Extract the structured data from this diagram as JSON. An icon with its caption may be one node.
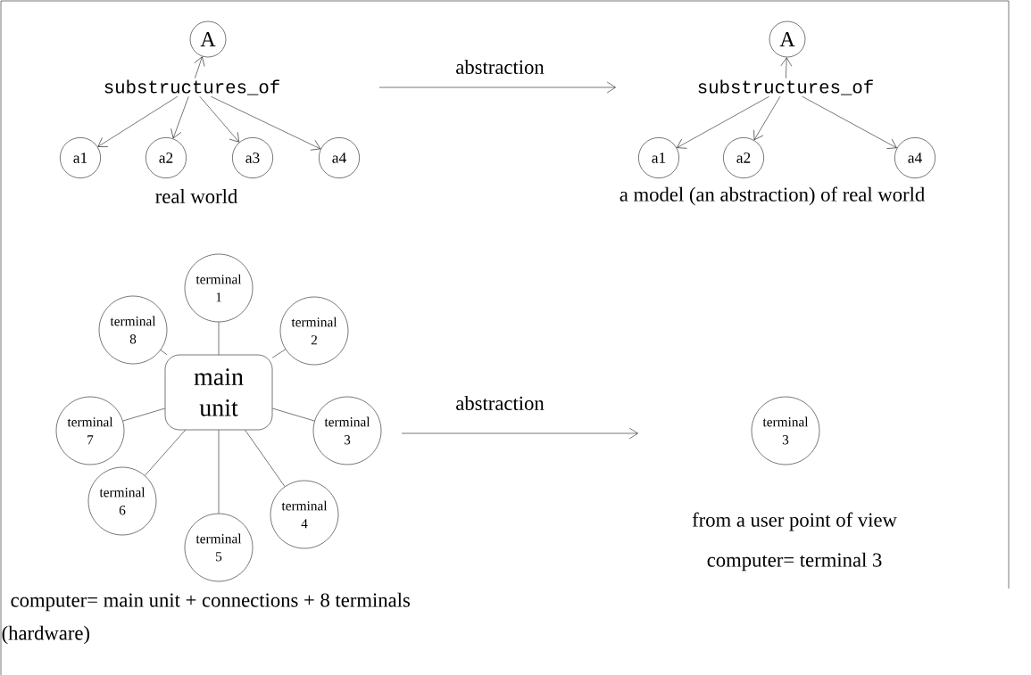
{
  "diagram": {
    "nodes": [
      {
        "text": [
          "A"
        ]
      },
      {
        "text": [
          "substructures_of"
        ]
      },
      {
        "text": [
          "a1"
        ]
      },
      {
        "text": [
          "a2"
        ]
      },
      {
        "text": [
          "a3"
        ]
      },
      {
        "text": [
          "a4"
        ]
      },
      {
        "text": [
          "A"
        ]
      },
      {
        "text": [
          "substructures_of"
        ]
      },
      {
        "text": [
          "a1"
        ]
      },
      {
        "text": [
          "a2"
        ]
      },
      {
        "text": [
          "a4"
        ]
      },
      {
        "text": [
          "main unit"
        ]
      },
      {
        "text": [
          "terminal 1"
        ]
      },
      {
        "text": [
          "terminal 2"
        ]
      },
      {
        "text": [
          "terminal 3"
        ]
      },
      {
        "text": [
          "terminal 4"
        ]
      },
      {
        "text": [
          "terminal 5"
        ]
      },
      {
        "text": [
          "terminal 6"
        ]
      },
      {
        "text": [
          "terminal 7"
        ]
      },
      {
        "text": [
          "terminal 8"
        ]
      },
      {
        "text": [
          "terminal 3"
        ]
      }
    ],
    "edges": [
      {
        "from": 1,
        "to": 0,
        "arrow": "to"
      },
      {
        "from": 1,
        "to": 2,
        "arrow": "to"
      },
      {
        "from": 1,
        "to": 3,
        "arrow": "to"
      },
      {
        "from": 1,
        "to": 4,
        "arrow": "to"
      },
      {
        "from": 1,
        "to": 5,
        "arrow": "to"
      },
      {
        "from": 7,
        "to": 6,
        "arrow": "to"
      },
      {
        "from": 7,
        "to": 8,
        "arrow": "to"
      },
      {
        "from": 7,
        "to": 9,
        "arrow": "to"
      },
      {
        "from": 7,
        "to": 10,
        "arrow": "to"
      },
      {
        "from": 11,
        "to": 12,
        "arrow": "none"
      },
      {
        "from": 11,
        "to": 13,
        "arrow": "none"
      },
      {
        "from": 11,
        "to": 14,
        "arrow": "none"
      },
      {
        "from": 11,
        "to": 15,
        "arrow": "none"
      },
      {
        "from": 11,
        "to": 16,
        "arrow": "none"
      },
      {
        "from": 11,
        "to": 17,
        "arrow": "none"
      },
      {
        "from": 11,
        "to": 18,
        "arrow": "none"
      },
      {
        "from": 11,
        "to": 19,
        "arrow": "none"
      }
    ],
    "labels": [
      "abstraction",
      "real world",
      "a model (an abstraction) of real world",
      "abstraction",
      "from a user point of view",
      "computer= terminal 3",
      "computer= main unit + connections   + 8 terminals",
      "(hardware)"
    ]
  }
}
